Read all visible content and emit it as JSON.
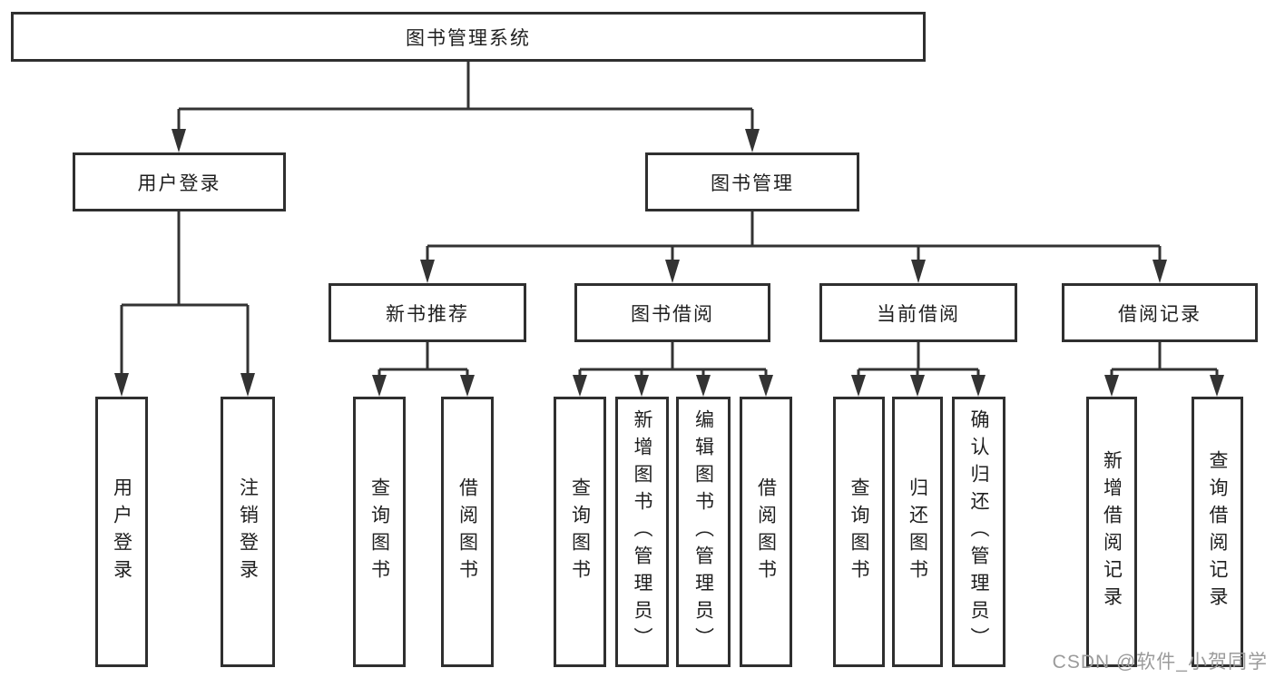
{
  "tree": {
    "root": {
      "label": "图书管理系统"
    },
    "level2": [
      {
        "label": "用户登录",
        "children": [
          {
            "label": "用户登录"
          },
          {
            "label": "注销登录"
          }
        ]
      },
      {
        "label": "图书管理",
        "children": [
          {
            "label": "新书推荐",
            "children": [
              {
                "label": "查询图书"
              },
              {
                "label": "借阅图书"
              }
            ]
          },
          {
            "label": "图书借阅",
            "children": [
              {
                "label": "查询图书"
              },
              {
                "label": "新增图书（管理员）"
              },
              {
                "label": "编辑图书（管理员）"
              },
              {
                "label": "借阅图书"
              }
            ]
          },
          {
            "label": "当前借阅",
            "children": [
              {
                "label": "查询图书"
              },
              {
                "label": "归还图书"
              },
              {
                "label": "确认归还（管理员）"
              }
            ]
          },
          {
            "label": "借阅记录",
            "children": [
              {
                "label": "新增借阅记录"
              },
              {
                "label": "查询借阅记录"
              }
            ]
          }
        ]
      }
    ]
  },
  "watermark": "CSDN @软件_小贺同学",
  "colors": {
    "line": "#333333",
    "box_border": "#2f2f2f",
    "box_fill": "#ffffff",
    "text": "#1f1f1f",
    "watermark": "#9b9b9b"
  }
}
